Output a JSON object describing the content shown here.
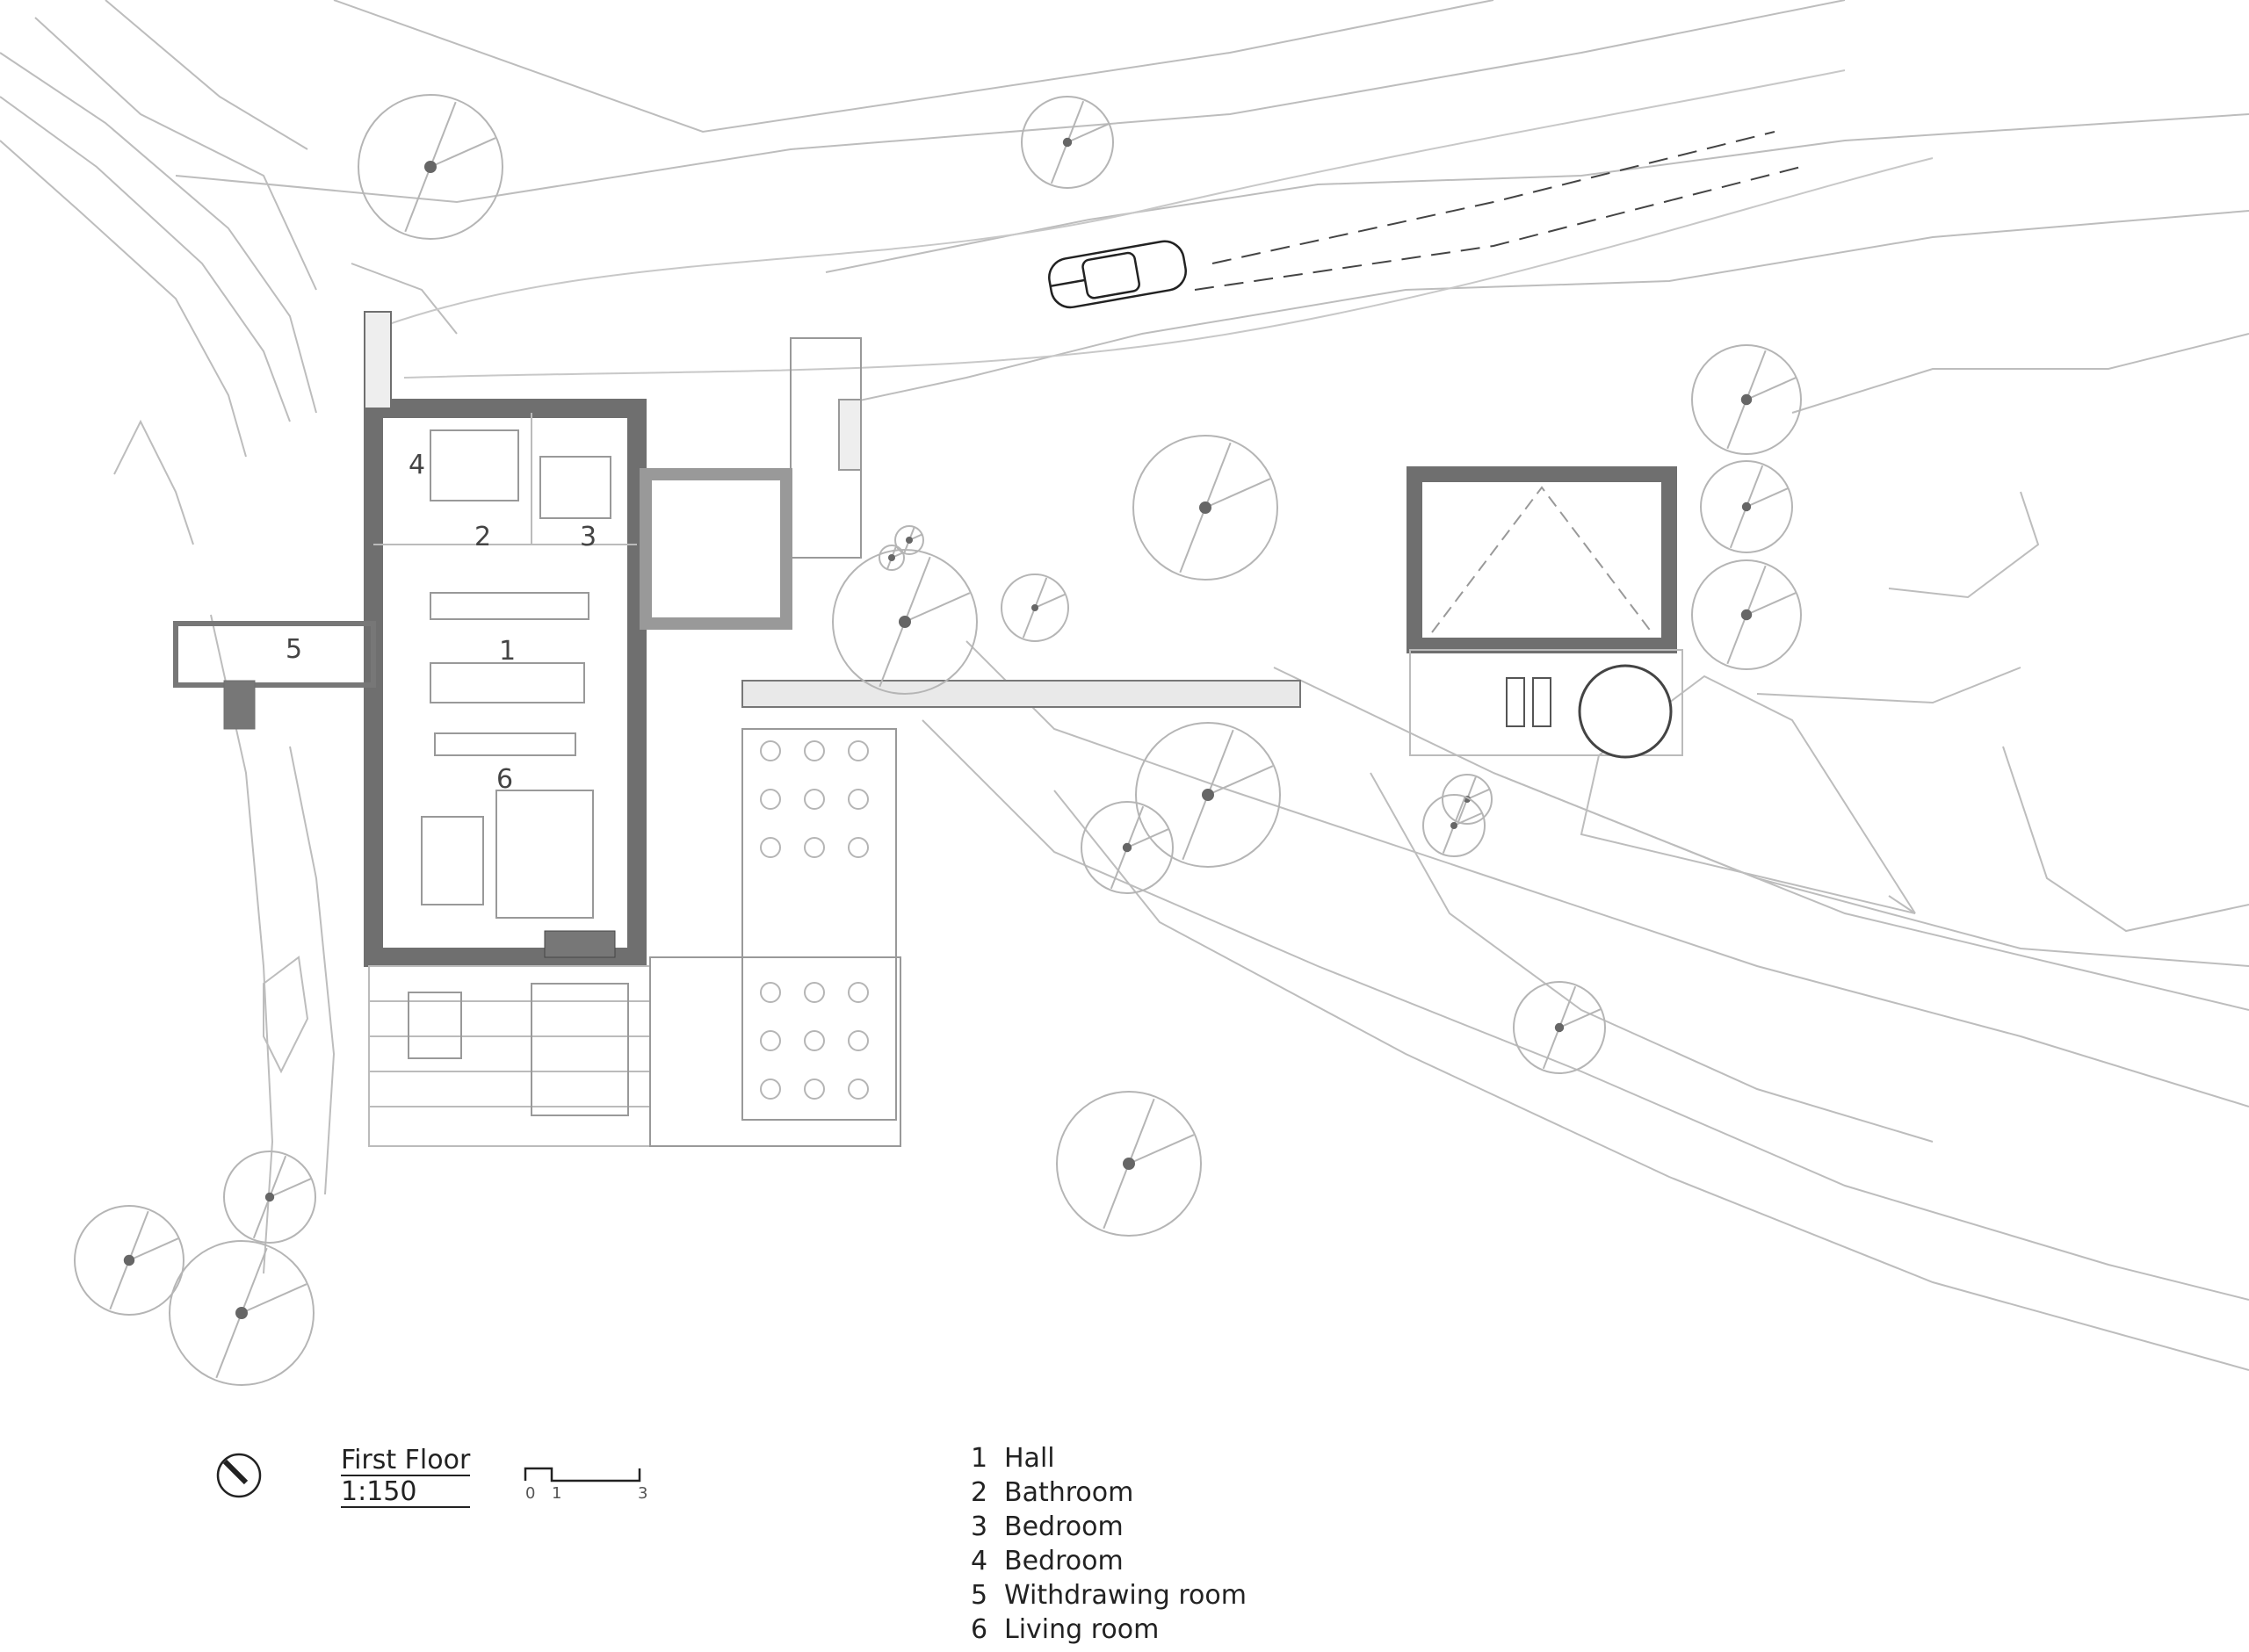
{
  "drawing": {
    "title": "First Floor",
    "scale": "1:150",
    "scale_bar_labels": [
      "0",
      "1",
      "3"
    ]
  },
  "room_numbers": [
    "1",
    "2",
    "3",
    "4",
    "5",
    "6"
  ],
  "legend": [
    {
      "num": "1",
      "name": "Hall"
    },
    {
      "num": "2",
      "name": "Bathroom"
    },
    {
      "num": "3",
      "name": "Bedroom"
    },
    {
      "num": "4",
      "name": "Bedroom"
    },
    {
      "num": "5",
      "name": "Withdrawing room"
    },
    {
      "num": "6",
      "name": "Living room"
    }
  ],
  "colors": {
    "line": "#b5b5b5",
    "wall": "#6f6f6f",
    "ink": "#222222",
    "tree_dot": "#666666"
  },
  "icons": [
    "north-arrow-icon",
    "car-icon",
    "tree-symbol-icon"
  ]
}
